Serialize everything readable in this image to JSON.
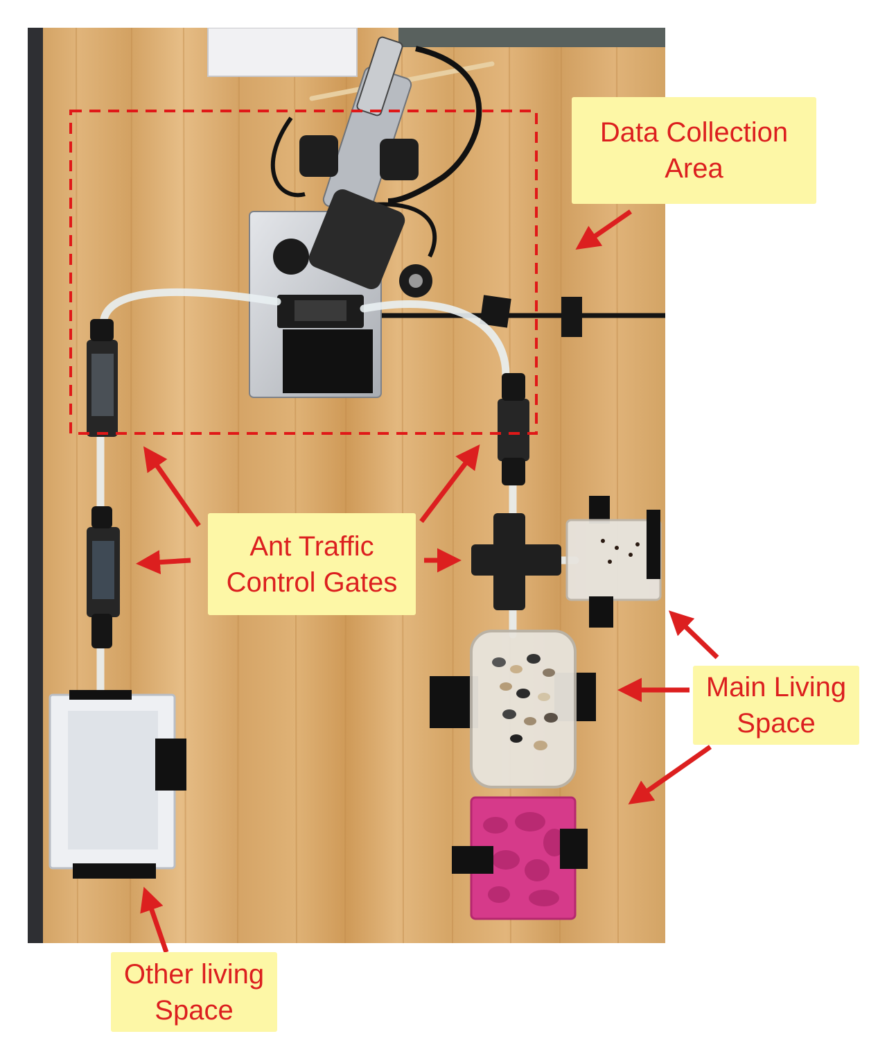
{
  "annotations": {
    "data_collection": {
      "line1": "Data Collection",
      "line2": "Area"
    },
    "traffic_gates": {
      "line1": "Ant Traffic",
      "line2": "Control Gates"
    },
    "main_living": {
      "line1": "Main Living",
      "line2": "Space"
    },
    "other_living": {
      "line1": "Other living",
      "line2": "Space"
    }
  },
  "colors": {
    "label_background": "#fdf7a6",
    "label_text": "#dc1f1f",
    "arrow": "#dc1f1f",
    "dashed_box": "#e01818",
    "table_wood": "#d9ab6e",
    "pink_nest": "#d63a8a"
  }
}
